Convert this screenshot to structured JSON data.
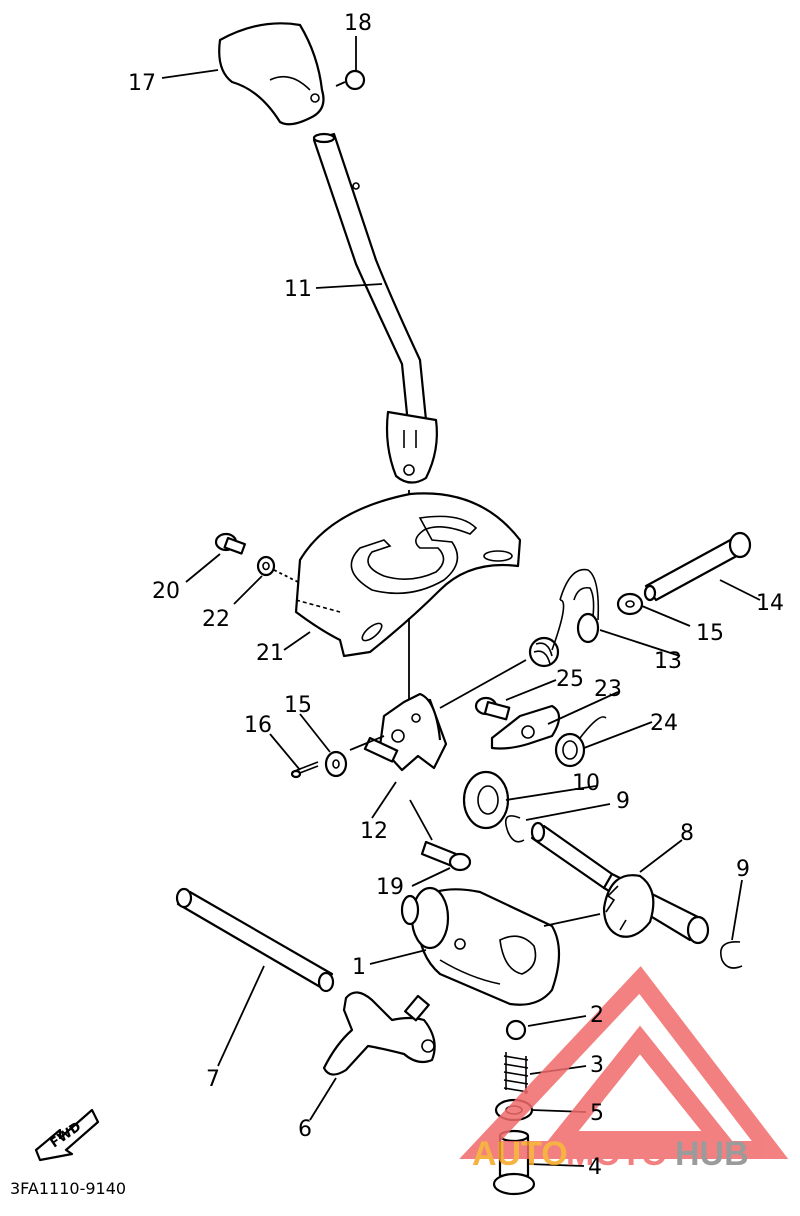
{
  "diagram": {
    "part_labels": {
      "p1": "1",
      "p2": "2",
      "p3": "3",
      "p4": "4",
      "p5": "5",
      "p6": "6",
      "p7": "7",
      "p8": "8",
      "p9a": "9",
      "p9b": "9",
      "p10": "10",
      "p11": "11",
      "p12": "12",
      "p13": "13",
      "p14": "14",
      "p15a": "15",
      "p15b": "15",
      "p16": "16",
      "p17": "17",
      "p18": "18",
      "p19": "19",
      "p20": "20",
      "p21": "21",
      "p22": "22",
      "p23": "23",
      "p24": "24",
      "p25": "25"
    },
    "fwd_label": "FWD",
    "diagram_code": "3FA1110-9140"
  },
  "watermark": {
    "text_auto": "AUTO",
    "text_moto": "MOTO",
    "text_hub": "HUB",
    "colors": {
      "triangle": "#f26b6b",
      "auto": "#f5a623",
      "moto": "#f26b6b",
      "hub": "#8a8a8a"
    }
  }
}
